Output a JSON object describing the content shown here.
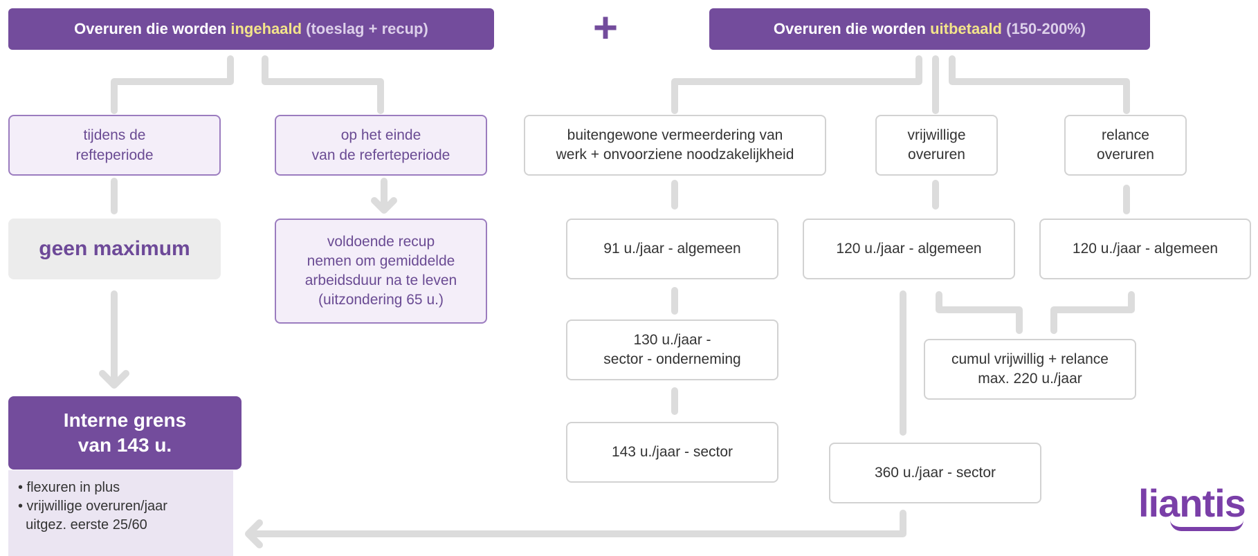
{
  "headers": {
    "left": {
      "prefix": "Overuren die worden ",
      "highlight": "ingehaald",
      "tail": " (toeslag + recup)"
    },
    "plus": "+",
    "right": {
      "prefix": "Overuren die worden ",
      "highlight": "uitbetaald",
      "tail": " (150-200%)"
    }
  },
  "recovered": {
    "during": {
      "line1": "tijdens de",
      "line2": "refteperiode"
    },
    "end": {
      "line1": "op het einde",
      "line2": "van de referteperiode"
    },
    "no_max": "geen maximum",
    "recup": {
      "line1": "voldoende recup",
      "line2": "nemen om gemiddelde",
      "line3": "arbeidsduur na te leven",
      "line4": "(uitzondering 65 u.)"
    }
  },
  "internal_limit": {
    "line1": "Interne grens",
    "line2": "van 143 u.",
    "notes": [
      "• flexuren in plus",
      "• vrijwillige overuren/jaar",
      "  uitgez. eerste 25/60"
    ]
  },
  "paid": {
    "extraordinary": {
      "title": {
        "line1": "buitengewone vermeerdering van",
        "line2": "werk + onvoorziene noodzakelijkheid"
      },
      "limits": {
        "general": "91 u./jaar - algemeen",
        "company": {
          "line1": "130 u./jaar -",
          "line2": "sector - onderneming"
        },
        "sector": "143 u./jaar - sector"
      }
    },
    "voluntary": {
      "title": {
        "line1": "vrijwillige",
        "line2": "overuren"
      },
      "general": "120 u./jaar - algemeen",
      "sector": "360 u./jaar - sector"
    },
    "relance": {
      "title": {
        "line1": "relance",
        "line2": "overuren"
      },
      "general": "120 u./jaar - algemeen"
    },
    "cumul": {
      "line1": "cumul vrijwillig + relance",
      "line2": "max. 220 u./jaar"
    }
  },
  "logo": "liantis",
  "colors": {
    "purple": "#734c9c",
    "highlight": "#f3e48a",
    "light_purple": "#f4eef9",
    "connector": "#dcdcdc"
  }
}
